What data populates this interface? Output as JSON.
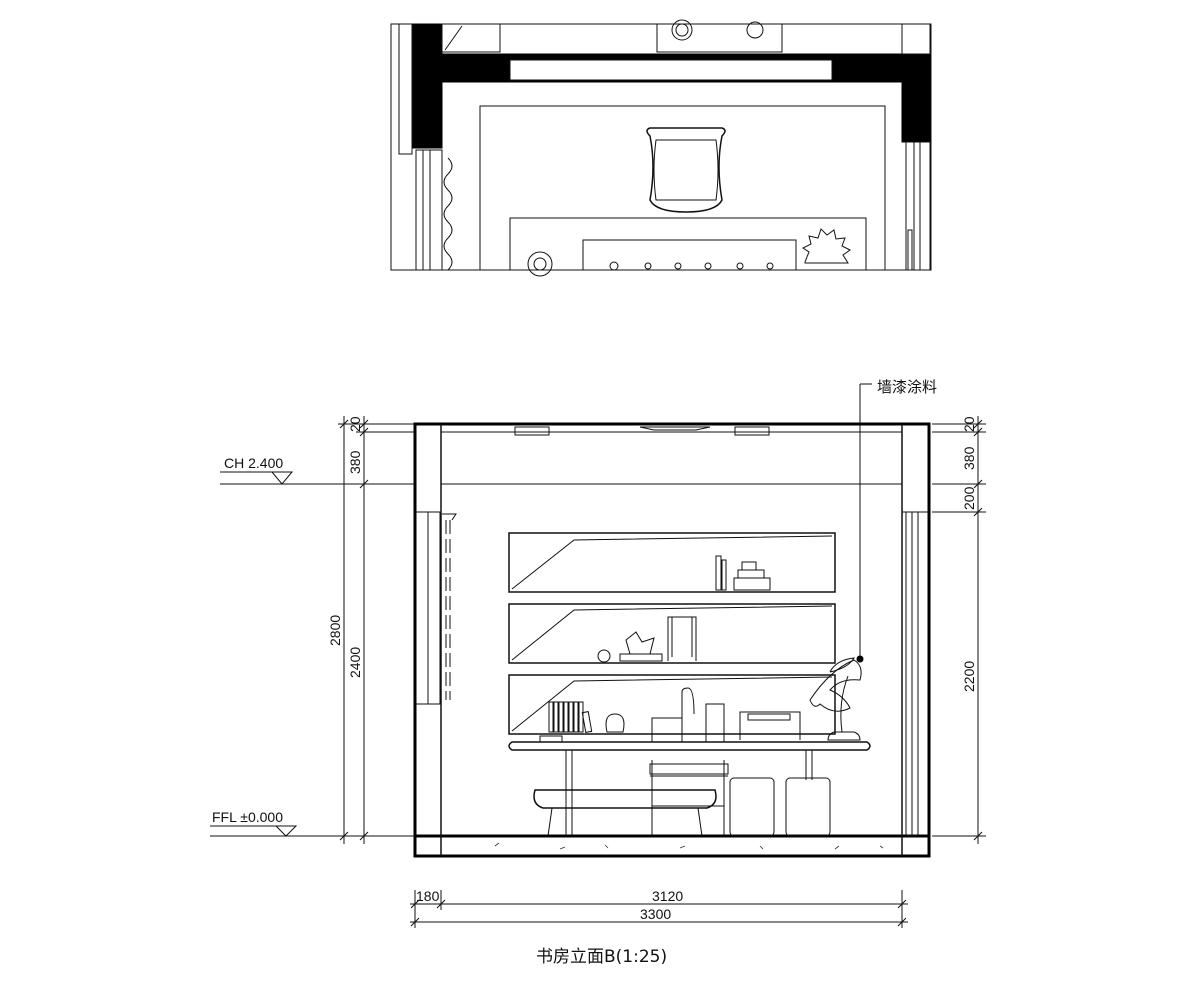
{
  "drawing": {
    "title": "书房立面B(1:25)",
    "material_note": "墙漆涂料",
    "levels": {
      "ceiling": "CH 2.400",
      "floor": "FFL ±0.000"
    },
    "dims_left": {
      "top_20": "20",
      "d380": "380",
      "d2800": "2800",
      "d2400": "2400"
    },
    "dims_right": {
      "top_20": "20",
      "d380": "380",
      "d200": "200",
      "d2200": "2200"
    },
    "dims_bottom": {
      "d180": "180",
      "d3120": "3120",
      "d3300": "3300"
    }
  }
}
